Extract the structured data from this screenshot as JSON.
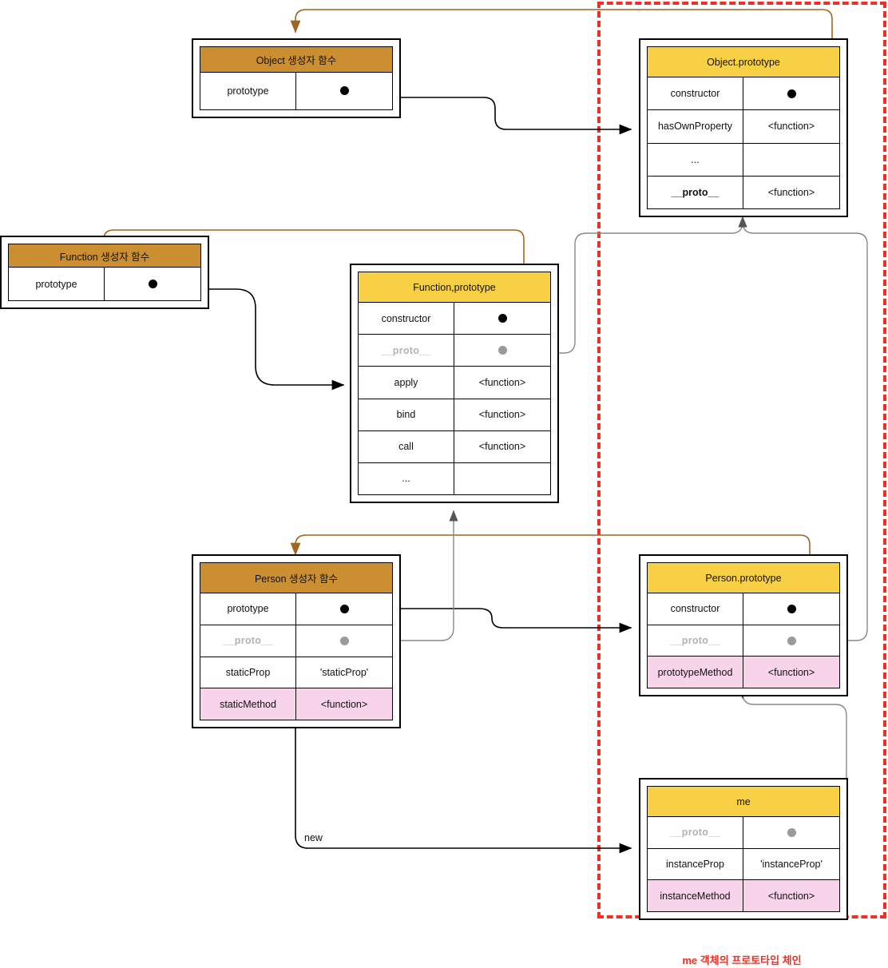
{
  "diagram": {
    "title_caption": "me 객체의 프로토타입 체인",
    "new_label": "new",
    "colors": {
      "constructor_header": "#cb8f32",
      "prototype_header": "#f7d046",
      "method_highlight": "#f7d4e9",
      "chain_border": "#ee3124",
      "prototype_link_line": "#9a9a9a",
      "constructor_link_line": "#a0651f",
      "reference_line": "#000000"
    },
    "boxes": [
      {
        "id": "object-constructor",
        "title": "Object 생성자 함수",
        "header_style": "brown",
        "rows": [
          {
            "key": "prototype",
            "value": "",
            "value_icon": "black-dot",
            "style": "plain"
          }
        ]
      },
      {
        "id": "object-prototype",
        "title": "Object.prototype",
        "header_style": "yellow",
        "rows": [
          {
            "key": "constructor",
            "value": "",
            "value_icon": "black-dot",
            "style": "plain"
          },
          {
            "key": "hasOwnProperty",
            "value": "<function>",
            "value_icon": "",
            "style": "plain"
          },
          {
            "key": "...",
            "value": "",
            "value_icon": "",
            "style": "plain"
          },
          {
            "key": "__proto__",
            "value": "<function>",
            "value_icon": "",
            "style": "bold"
          }
        ]
      },
      {
        "id": "function-constructor",
        "title": "Function 생성자 함수",
        "header_style": "brown",
        "rows": [
          {
            "key": "prototype",
            "value": "",
            "value_icon": "black-dot",
            "style": "plain"
          }
        ]
      },
      {
        "id": "function-prototype",
        "title": "Function,prototype",
        "header_style": "yellow",
        "rows": [
          {
            "key": "constructor",
            "value": "",
            "value_icon": "black-dot",
            "style": "plain"
          },
          {
            "key": "__proto__",
            "value": "",
            "value_icon": "gray-dot",
            "style": "muted"
          },
          {
            "key": "apply",
            "value": "<function>",
            "value_icon": "",
            "style": "plain"
          },
          {
            "key": "bind",
            "value": "<function>",
            "value_icon": "",
            "style": "plain"
          },
          {
            "key": "call",
            "value": "<function>",
            "value_icon": "",
            "style": "plain"
          },
          {
            "key": "...",
            "value": "",
            "value_icon": "",
            "style": "plain"
          }
        ]
      },
      {
        "id": "person-constructor",
        "title": "Person 생성자 함수",
        "header_style": "brown",
        "rows": [
          {
            "key": "prototype",
            "value": "",
            "value_icon": "black-dot",
            "style": "plain"
          },
          {
            "key": "__proto__",
            "value": "",
            "value_icon": "gray-dot",
            "style": "muted"
          },
          {
            "key": "staticProp",
            "value": "'staticProp'",
            "value_icon": "",
            "style": "plain"
          },
          {
            "key": "staticMethod",
            "value": "<function>",
            "value_icon": "",
            "style": "pink"
          }
        ]
      },
      {
        "id": "person-prototype",
        "title": "Person.prototype",
        "header_style": "yellow",
        "rows": [
          {
            "key": "constructor",
            "value": "",
            "value_icon": "black-dot",
            "style": "plain"
          },
          {
            "key": "__proto__",
            "value": "",
            "value_icon": "gray-dot",
            "style": "muted"
          },
          {
            "key": "prototypeMethod",
            "value": "<function>",
            "value_icon": "",
            "style": "pink"
          }
        ]
      },
      {
        "id": "me-instance",
        "title": "me",
        "header_style": "yellow",
        "rows": [
          {
            "key": "__proto__",
            "value": "",
            "value_icon": "gray-dot",
            "style": "muted"
          },
          {
            "key": "instanceProp",
            "value": "'instanceProp'",
            "value_icon": "",
            "style": "plain"
          },
          {
            "key": "instanceMethod",
            "value": "<function>",
            "value_icon": "",
            "style": "pink"
          }
        ]
      }
    ]
  }
}
